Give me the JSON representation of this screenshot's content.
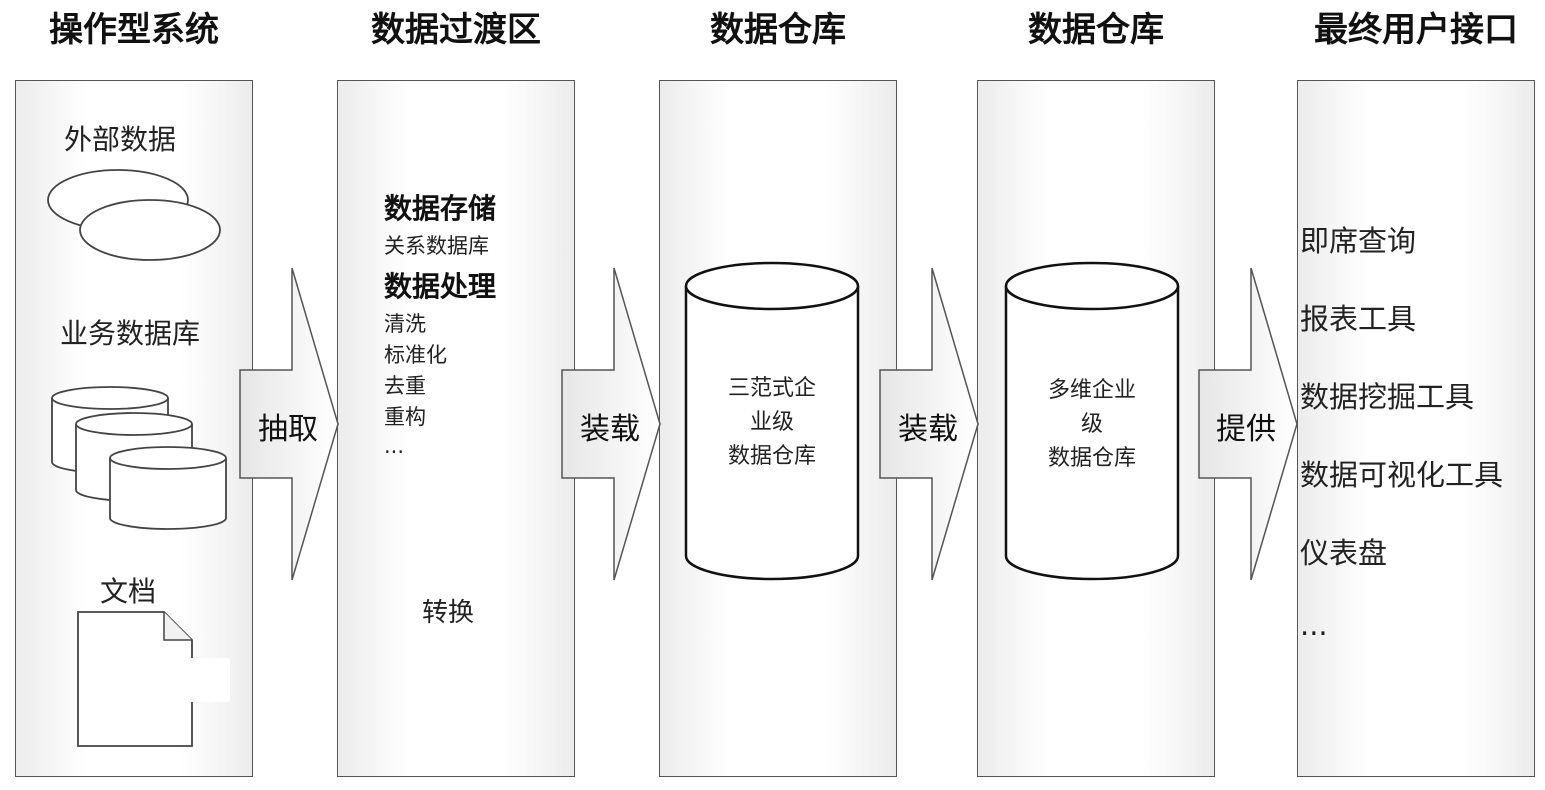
{
  "columns": [
    {
      "title": "操作型系统"
    },
    {
      "title": "数据过渡区"
    },
    {
      "title": "数据仓库"
    },
    {
      "title": "数据仓库"
    },
    {
      "title": "最终用户接口"
    }
  ],
  "sources": {
    "external": "外部数据",
    "business_db": "业务数据库",
    "document": "文档"
  },
  "staging": {
    "storage_heading": "数据存储",
    "storage_item": "关系数据库",
    "processing_heading": "数据处理",
    "processing_items": [
      "清洗",
      "标准化",
      "去重",
      "重构",
      "..."
    ],
    "transform": "转换"
  },
  "warehouse_3nf": {
    "line1": "三范式企",
    "line2": "业级",
    "line3": "数据仓库"
  },
  "warehouse_dim": {
    "line1": "多维企业",
    "line2": "级",
    "line3": "数据仓库"
  },
  "arrows": [
    "抽取",
    "装载",
    "装载",
    "提供"
  ],
  "end_user": {
    "items": [
      "即席查询",
      "报表工具",
      "数据挖掘工具",
      "数据可视化工具",
      "仪表盘",
      "..."
    ]
  }
}
